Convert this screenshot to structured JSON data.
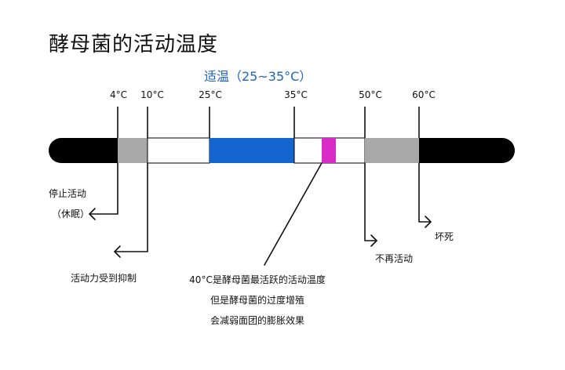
{
  "title": "酵母菌的活动温度",
  "optimal": "适温（25~35°C）",
  "temps": [
    {
      "id": "t4",
      "label": "4°C"
    },
    {
      "id": "t10",
      "label": "10°C"
    },
    {
      "id": "t25",
      "label": "25°C"
    },
    {
      "id": "t35",
      "label": "35°C"
    },
    {
      "id": "t50",
      "label": "50°C"
    },
    {
      "id": "t60",
      "label": "60°C"
    }
  ],
  "notes": {
    "dormant_line1": "停止活动",
    "dormant_line2": "（休眠）",
    "suppressed": "活动力受到抑制",
    "inactive": "不再活动",
    "dead": "坏死",
    "center_line1": "40°C是酵母菌最活跃的活动温度",
    "center_line2": "但是酵母菌的过度增殖",
    "center_line3": "会减弱面团的膨胀效果"
  },
  "colors": {
    "black": "#000000",
    "gray": "#a8a8a8",
    "white": "#ffffff",
    "blue": "#1565cf",
    "magenta": "#d92bc8",
    "title_blue": "#1f63c4"
  }
}
